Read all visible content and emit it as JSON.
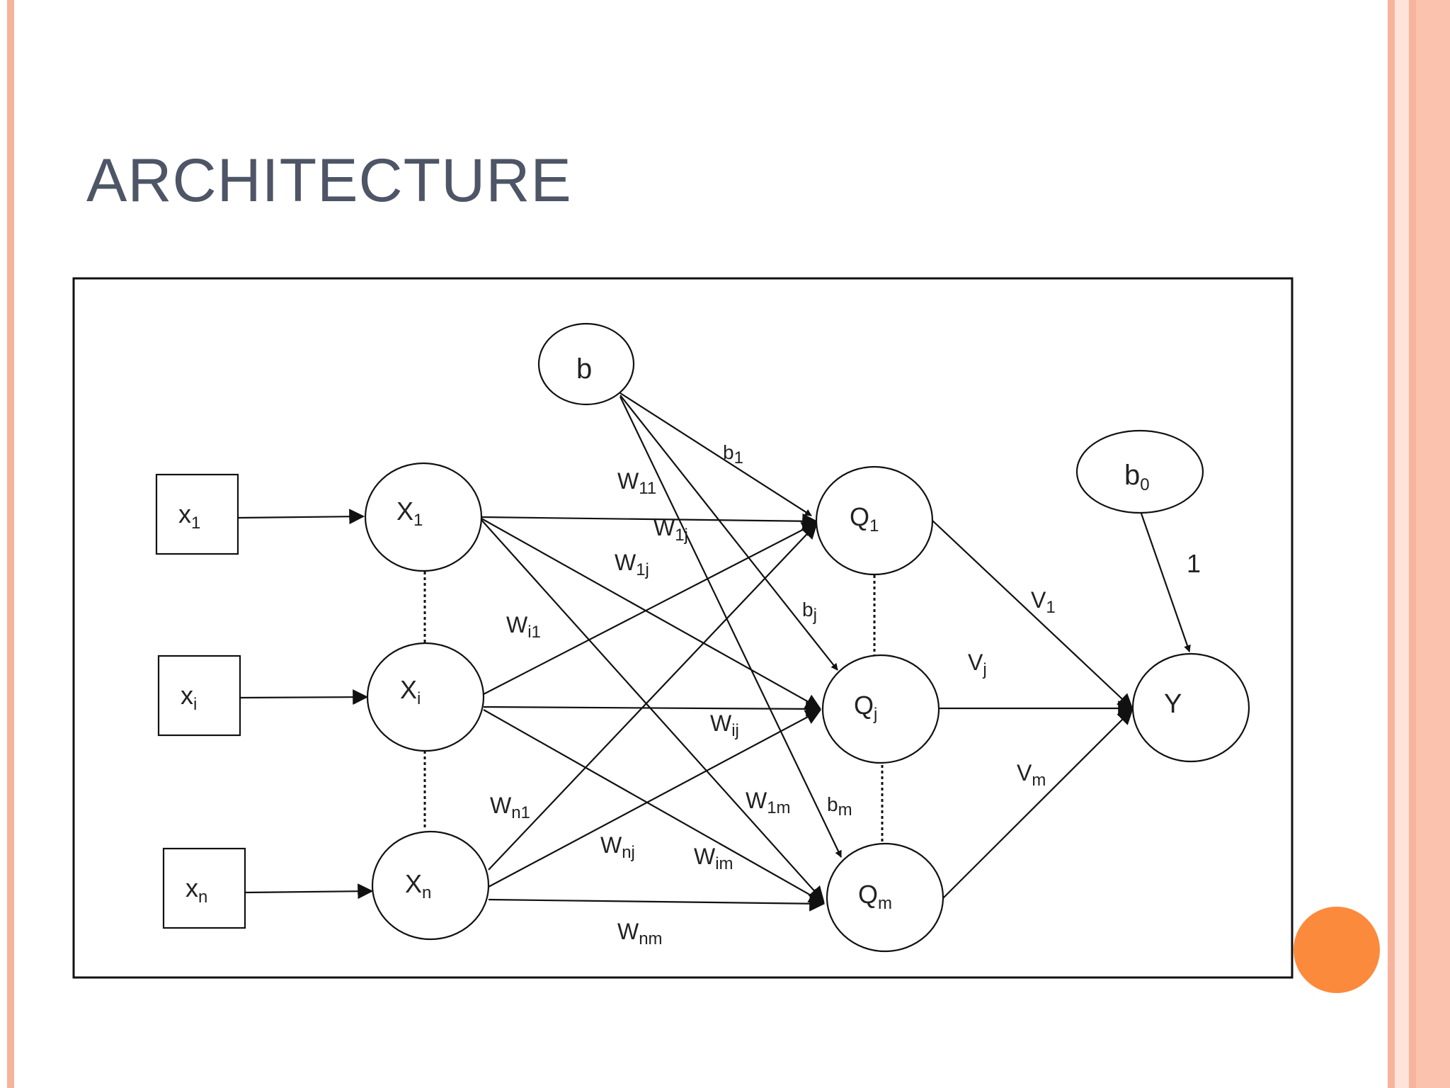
{
  "slide": {
    "title": "ARCHITECTURE",
    "colors": {
      "accent_orange": "#fc8a3c",
      "border_salmon": "#f7b39b",
      "title_gray": "#4d5566"
    }
  },
  "nodes": {
    "input_x1": {
      "main": "x",
      "sub": "1"
    },
    "input_xi": {
      "main": "x",
      "sub": "i"
    },
    "input_xn": {
      "main": "x",
      "sub": "n"
    },
    "X1": {
      "main": "X",
      "sub": "1"
    },
    "Xi": {
      "main": "X",
      "sub": "i"
    },
    "Xn": {
      "main": "X",
      "sub": "n"
    },
    "Q1": {
      "main": "Q",
      "sub": "1"
    },
    "Qj": {
      "main": "Q",
      "sub": "j"
    },
    "Qm": {
      "main": "Q",
      "sub": "m"
    },
    "b": {
      "main": "b"
    },
    "b0": {
      "main": "b",
      "sub": "0"
    },
    "Y": {
      "main": "Y"
    }
  },
  "edge_labels": {
    "W11": {
      "main": "W",
      "sub": "11"
    },
    "W1j": {
      "main": "W",
      "sub": "1j"
    },
    "W1m_top": {
      "main": "W",
      "sub": "1j"
    },
    "Wi1": {
      "main": "W",
      "sub": "i1"
    },
    "Wij": {
      "main": "W",
      "sub": "ij"
    },
    "Wim": {
      "main": "W",
      "sub": "im"
    },
    "W1m": {
      "main": "W",
      "sub": "1m"
    },
    "Wn1": {
      "main": "W",
      "sub": "n1"
    },
    "Wnj": {
      "main": "W",
      "sub": "nj"
    },
    "Wnm": {
      "main": "W",
      "sub": "nm"
    },
    "b1": {
      "main": "b",
      "sub": "1"
    },
    "bj": {
      "main": "b",
      "sub": "j"
    },
    "bm": {
      "main": "b",
      "sub": "m"
    },
    "V1": {
      "main": "V",
      "sub": "1"
    },
    "Vj": {
      "main": "V",
      "sub": "j"
    },
    "Vm": {
      "main": "V",
      "sub": "m"
    },
    "one": {
      "main": "1"
    }
  }
}
